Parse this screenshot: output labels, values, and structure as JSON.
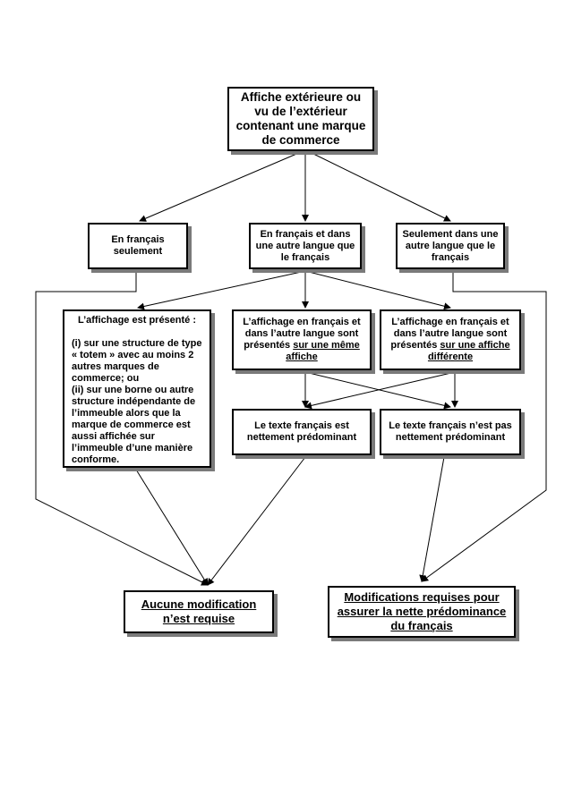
{
  "diagram": {
    "start": "Affiche extérieure ou vu de l’extérieur contenant une marque de commerce",
    "branches": {
      "french_only": "En français seulement",
      "both": "En français et dans une autre langue que le français",
      "other_only": "Seulement dans une autre langue que le français"
    },
    "totem": {
      "heading": "L’affichage est présenté :",
      "option_1": "(i) sur une structure de type « totem » avec au moins 2 autres marques de commerce; ou",
      "option_2": "(ii) sur une borne ou autre structure indépendante de l’immeuble alors que la marque de commerce est aussi affichée sur l’immeuble d’une manière conforme."
    },
    "same_sign": {
      "text": "L’affichage en français et dans l’autre langue sont présentés ",
      "emphasis": "sur une même affiche"
    },
    "different_sign": {
      "text": "L’affichage en français et dans l’autre langue sont présentés ",
      "emphasis": "sur une affiche différente"
    },
    "predominant": "Le texte français est nettement prédominant",
    "not_predominant": "Le texte français n’est pas nettement prédominant",
    "outcome_none": "Aucune modification n’est requise",
    "outcome_required": "Modifications requises pour assurer la nette prédominance du français"
  }
}
